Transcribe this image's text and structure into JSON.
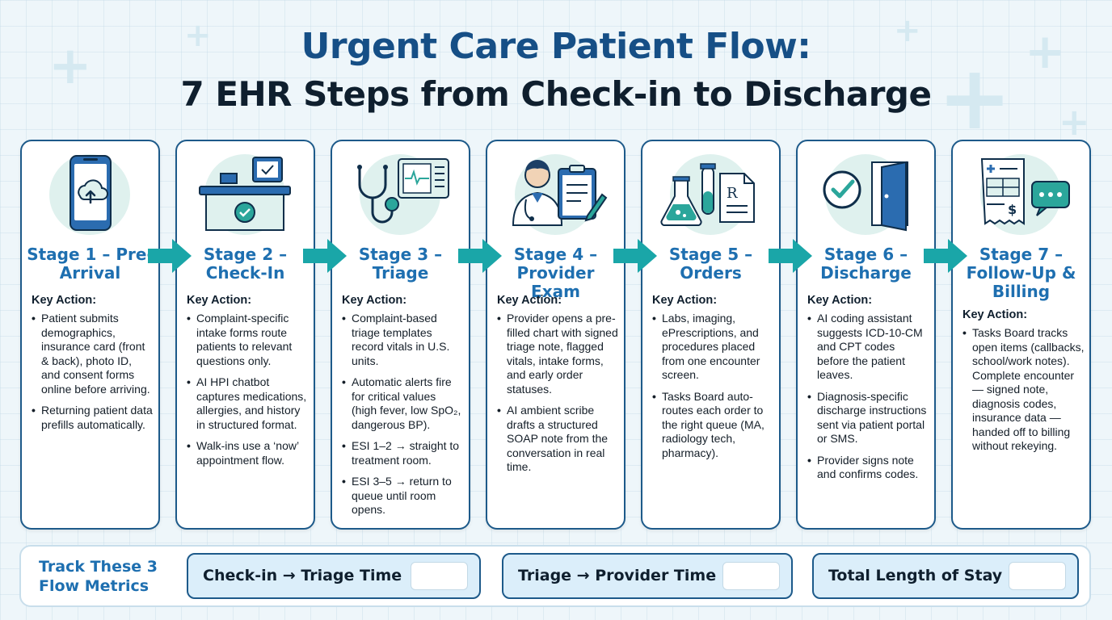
{
  "title": {
    "line1": "Urgent Care Patient Flow:",
    "line2": "7 EHR Steps from Check-in to Discharge"
  },
  "key_action_label": "Key Action:",
  "stages": [
    {
      "title": "Stage 1 – Pre-Arrival",
      "icon": "cloud-upload-phone-icon",
      "bullets": [
        "Patient submits demographics, insurance card (front & back), photo ID, and consent forms online before arriving.",
        "Returning patient data prefills automatically."
      ]
    },
    {
      "title": "Stage 2 – Check-In",
      "icon": "front-desk-kiosk-icon",
      "bullets": [
        "Complaint-specific intake forms route patients to relevant questions only.",
        "AI HPI chatbot captures medications, allergies, and history in structured format.",
        "Walk-ins use a ‘now’ appointment flow."
      ]
    },
    {
      "title": "Stage 3 – Triage",
      "icon": "stethoscope-monitor-icon",
      "bullets": [
        "Complaint-based triage templates record vitals in U.S. units.",
        "Automatic alerts fire for critical values (high fever, low SpO₂, dangerous BP).",
        "ESI 1–2 → straight to treatment room.",
        "ESI 3–5 → return to queue until room opens."
      ]
    },
    {
      "title": "Stage 4 – Provider Exam",
      "icon": "doctor-clipboard-icon",
      "bullets": [
        "Provider opens a pre-filled chart with signed triage note, flagged vitals, intake forms, and early order statuses.",
        "AI ambient scribe drafts a structured SOAP note from the conversation in real time."
      ]
    },
    {
      "title": "Stage 5 – Orders",
      "icon": "lab-flask-prescription-icon",
      "bullets": [
        "Labs, imaging, ePrescriptions, and procedures placed from one encounter screen.",
        "Tasks Board auto-routes each order to the right queue (MA, radiology tech, pharmacy)."
      ]
    },
    {
      "title": "Stage 6 – Discharge",
      "icon": "checkmark-door-icon",
      "bullets": [
        "AI coding assistant suggests ICD-10-CM and CPT codes before the patient leaves.",
        "Diagnosis-specific discharge instructions sent via patient portal or SMS.",
        "Provider signs note and confirms codes."
      ]
    },
    {
      "title": "Stage 7 – Follow-Up & Billing",
      "icon": "invoice-chat-icon",
      "bullets": [
        "Tasks Board tracks open items (callbacks, school/work notes). Complete encounter — signed note, diagnosis codes, insurance data — handed off to billing without rekeying."
      ]
    }
  ],
  "metrics": {
    "label": "Track These 3 Flow Metrics",
    "items": [
      {
        "label": "Check-in → Triage Time"
      },
      {
        "label": "Triage → Provider Time"
      },
      {
        "label": "Total Length of Stay"
      }
    ]
  },
  "colors": {
    "primary": "#1d5a8a",
    "accent_teal": "#1aa6a8",
    "title_blue": "#164f86",
    "icon_bg": "#dff1ee"
  }
}
